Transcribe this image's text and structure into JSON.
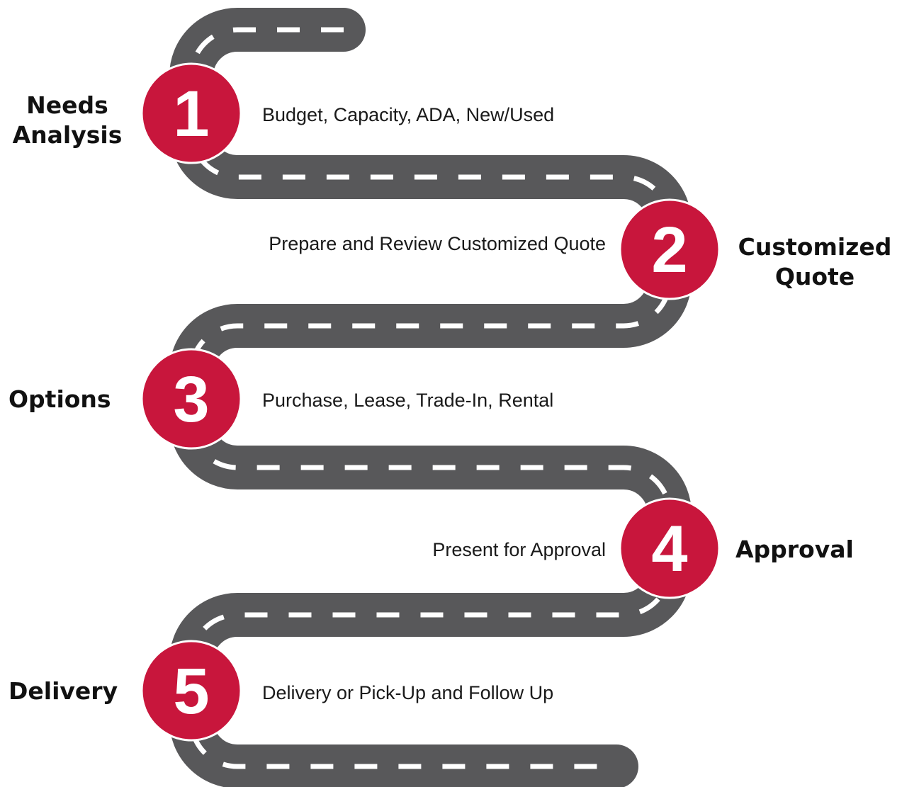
{
  "colors": {
    "road": "#58585a",
    "lane": "#ffffff",
    "badge": "#c8163c",
    "text": "#111111"
  },
  "steps": [
    {
      "number": "1",
      "title_line1": "Needs",
      "title_line2": "Analysis",
      "description": "Budget, Capacity, ADA, New/Used"
    },
    {
      "number": "2",
      "title_line1": "Customized",
      "title_line2": "Quote",
      "description": "Prepare and Review Customized Quote"
    },
    {
      "number": "3",
      "title_line1": "Options",
      "title_line2": "",
      "description": "Purchase, Lease, Trade-In, Rental"
    },
    {
      "number": "4",
      "title_line1": "Approval",
      "title_line2": "",
      "description": "Present for Approval"
    },
    {
      "number": "5",
      "title_line1": "Delivery",
      "title_line2": "",
      "description": "Delivery or Pick-Up and Follow Up"
    }
  ]
}
